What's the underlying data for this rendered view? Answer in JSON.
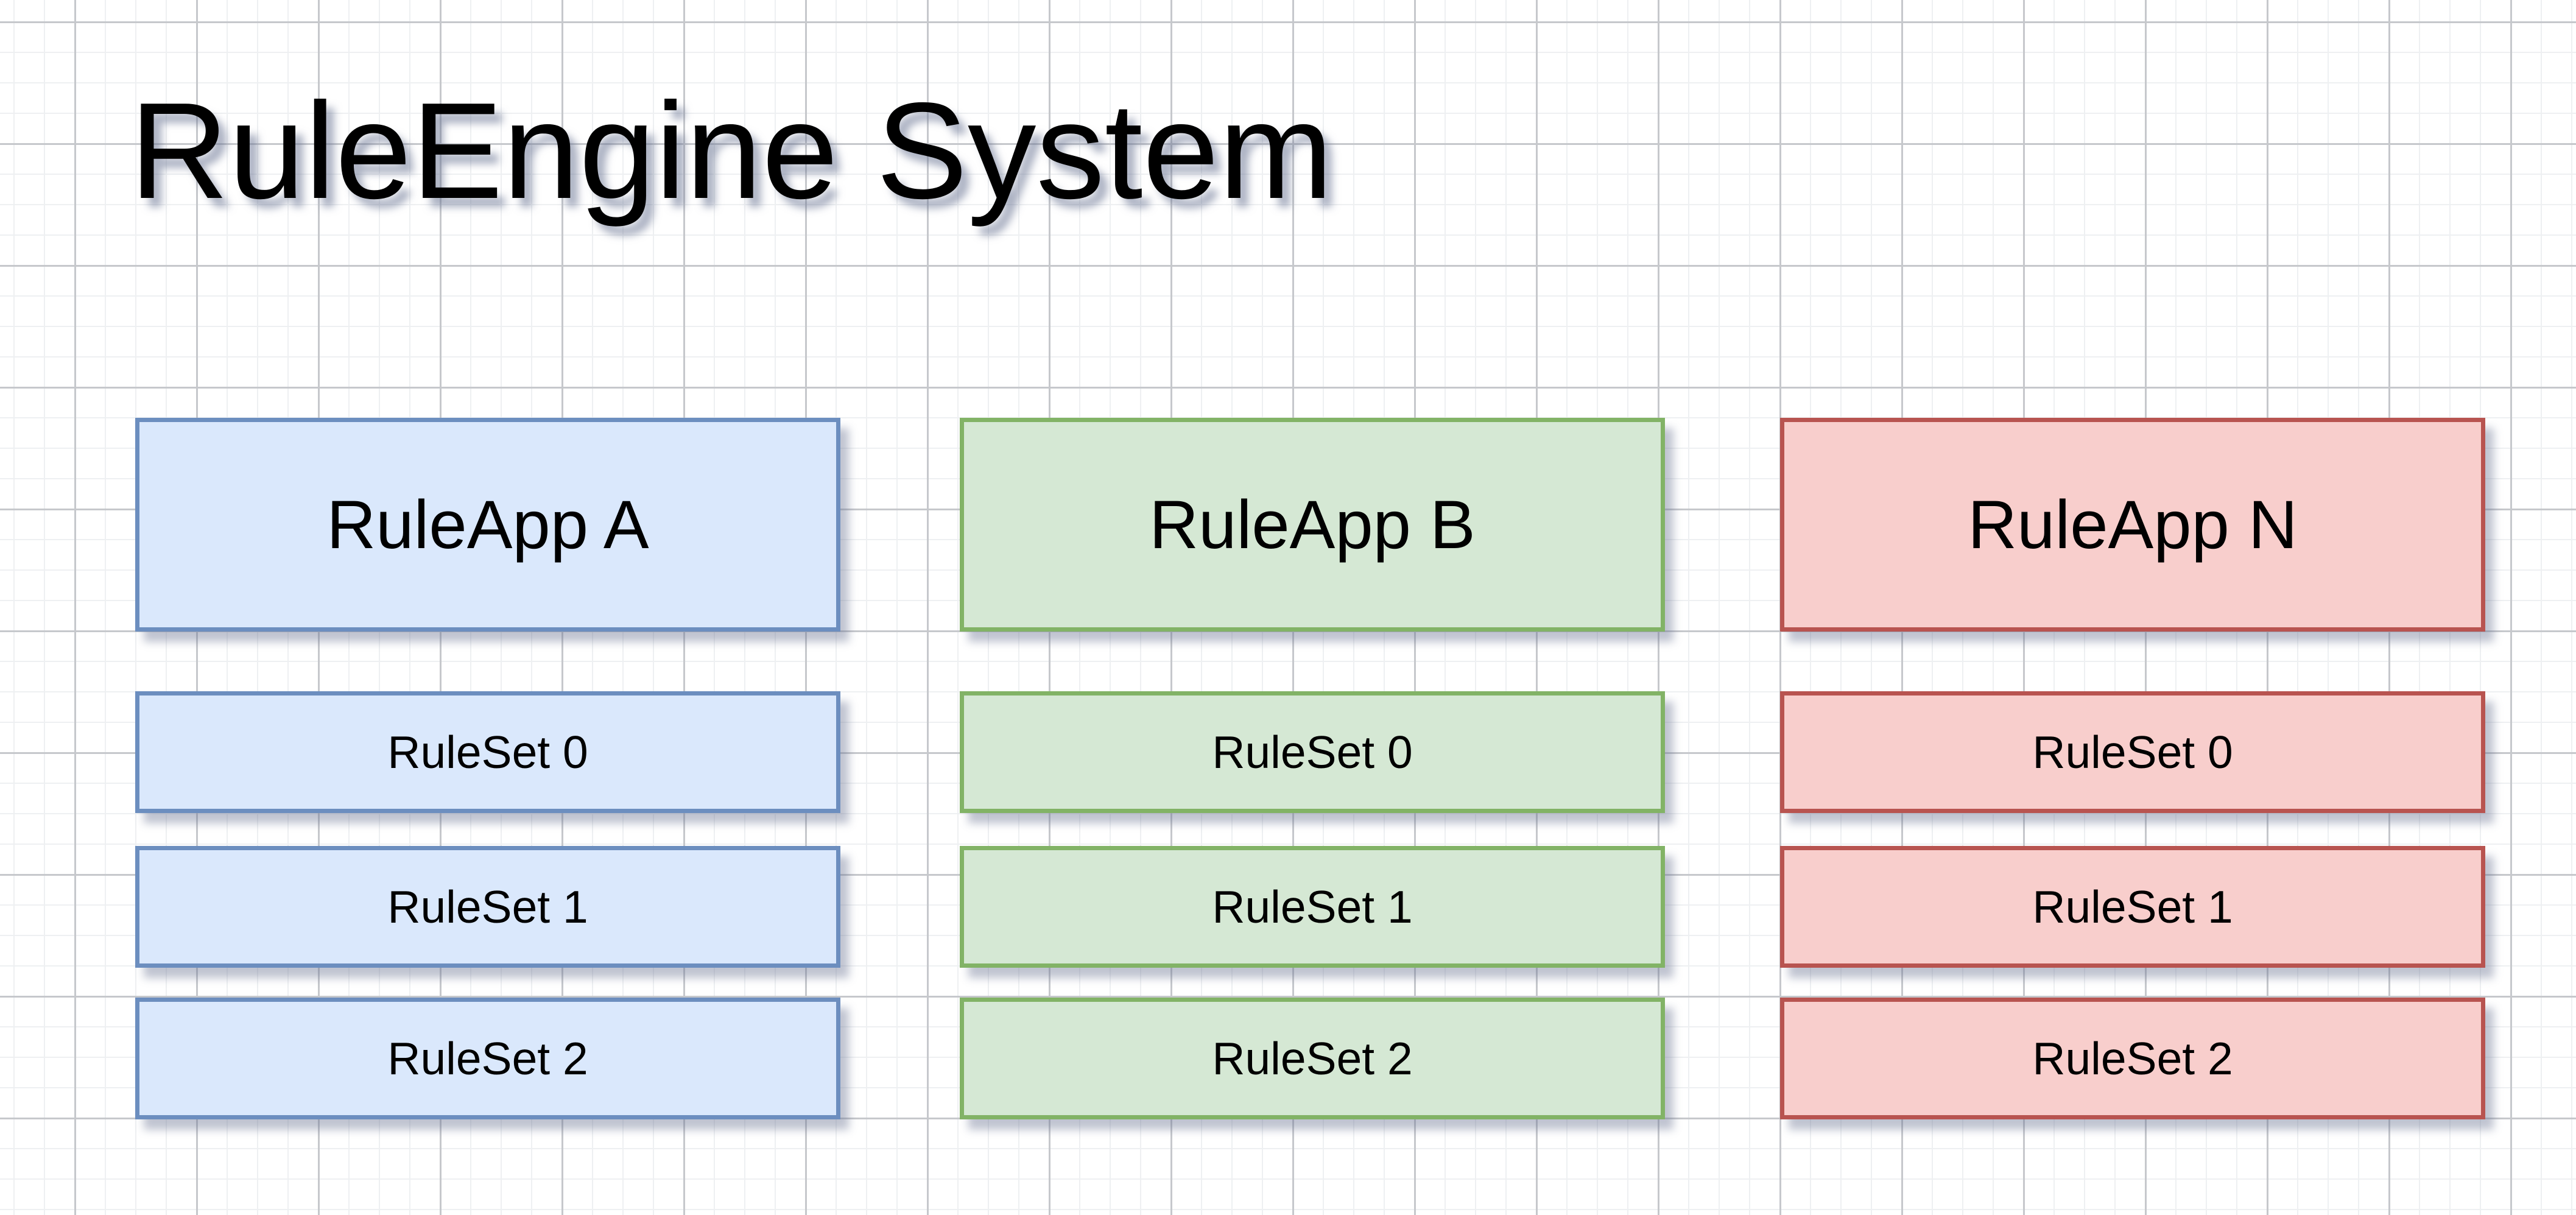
{
  "title": "RuleEngine System",
  "colors": {
    "blue": {
      "fill": "#dae8fc",
      "stroke": "#6c8ebf"
    },
    "green": {
      "fill": "#d5e8d4",
      "stroke": "#82b366"
    },
    "red": {
      "fill": "#f8cecc",
      "stroke": "#b85450"
    }
  },
  "columns": [
    {
      "app": "RuleApp A",
      "color": "blue",
      "rulesets": [
        "RuleSet 0",
        "RuleSet 1",
        "RuleSet 2"
      ]
    },
    {
      "app": "RuleApp B",
      "color": "green",
      "rulesets": [
        "RuleSet 0",
        "RuleSet 1",
        "RuleSet 2"
      ]
    },
    {
      "app": "RuleApp N",
      "color": "red",
      "rulesets": [
        "RuleSet 0",
        "RuleSet 1",
        "RuleSet 2"
      ]
    }
  ]
}
